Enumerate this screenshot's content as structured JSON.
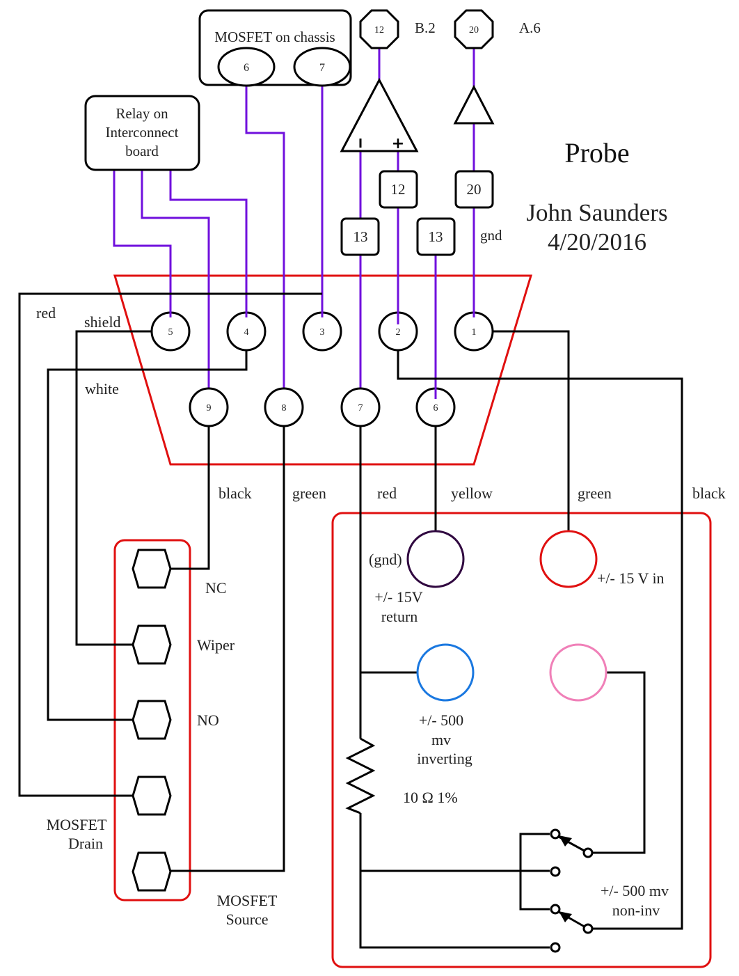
{
  "title": "Probe",
  "author": "John Saunders",
  "date": "4/20/2016",
  "colors": {
    "wire": "#000000",
    "internal_wire": "#7010dd",
    "enclosure": "#e01010",
    "gnd_jack": "#300840",
    "supply_jack": "#e01010",
    "inverting_jack": "#1a78e0",
    "noninv_jack": "#f080b8"
  },
  "mosfet_box": {
    "label": "MOSFET on chassis",
    "pins": [
      "6",
      "7"
    ]
  },
  "relay_box": {
    "lines": [
      "Relay on",
      "Interconnect",
      "board"
    ]
  },
  "octagons": [
    {
      "number": "12",
      "ref": "B.2"
    },
    {
      "number": "20",
      "ref": "A.6"
    }
  ],
  "opamp": {
    "minus": "−",
    "plus": "+"
  },
  "pin_boxes": [
    {
      "id": "box-12",
      "label": "12"
    },
    {
      "id": "box-20",
      "label": "20"
    },
    {
      "id": "box-13a",
      "label": "13"
    },
    {
      "id": "box-13b",
      "label": "13"
    }
  ],
  "gnd_label": "gnd",
  "db9": {
    "top_row": [
      "5",
      "4",
      "3",
      "2",
      "1"
    ],
    "bottom_row": [
      "9",
      "8",
      "7",
      "6"
    ]
  },
  "wire_labels": {
    "red_left": "red",
    "shield": "shield",
    "white": "white",
    "black_left": "black",
    "green_left": "green",
    "red_mid": "red",
    "yellow": "yellow",
    "green_right": "green",
    "black_right": "black"
  },
  "relay_terminals": {
    "labels": [
      "NC",
      "Wiper",
      "NO"
    ],
    "drain": [
      "MOSFET",
      "Drain"
    ],
    "source": [
      "MOSFET",
      "Source"
    ]
  },
  "probe_box": {
    "gnd_tag": "(gnd)",
    "return_label": [
      "+/- 15V",
      "return"
    ],
    "supply_label": "+/- 15 V in",
    "inverting_label": [
      "+/- 500",
      "mv",
      "inverting"
    ],
    "resistor_label": "10 Ω  1%",
    "noninv_label": [
      "+/- 500 mv",
      "non-inv"
    ]
  }
}
